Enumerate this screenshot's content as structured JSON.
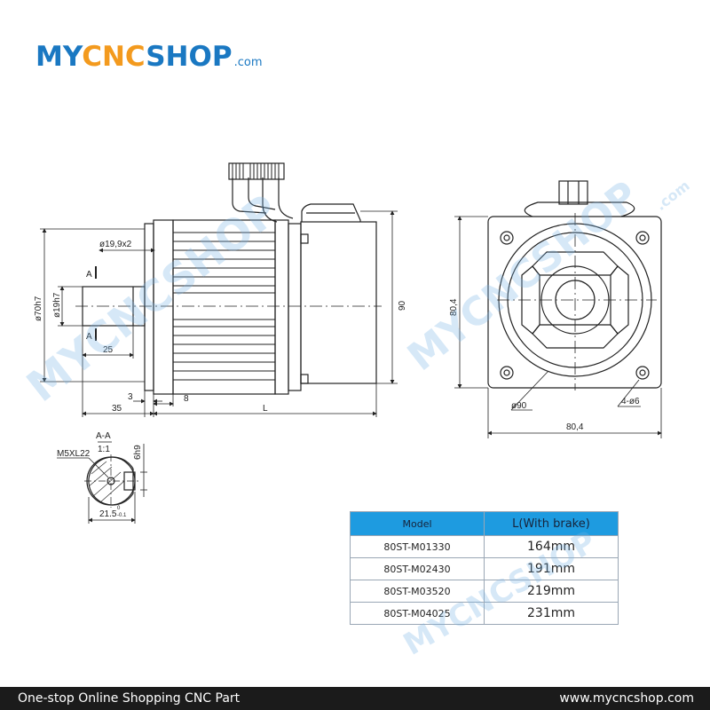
{
  "logo": {
    "my": "MY",
    "cnc": "CNC",
    "shop": "SHOP",
    "com": ".com"
  },
  "dims": {
    "d_19_9x2": "ø19,9x2",
    "section_a_top": "A",
    "section_a_bottom": "A",
    "d_70h7": "ø70h7",
    "d_19h7": "ø19h7",
    "len_25": "25",
    "len_3": "3",
    "len_35": "35",
    "len_8": "8",
    "len_L": "L",
    "h_90": "90",
    "h_80_4": "80,4",
    "w_80_4": "80,4",
    "d_90": "ø90",
    "holes": "4-ø6",
    "section_label": "A-A",
    "section_scale": "1:1",
    "thread": "M5XL22",
    "key_width": "6h9",
    "key_depth": "21.5",
    "key_tol_upper": "0",
    "key_tol_lower": "-0.1"
  },
  "table": {
    "headers": [
      "Model",
      "L(With brake)"
    ],
    "rows": [
      [
        "80ST-M01330",
        "164mm"
      ],
      [
        "80ST-M02430",
        "191mm"
      ],
      [
        "80ST-M03520",
        "219mm"
      ],
      [
        "80ST-M04025",
        "231mm"
      ]
    ]
  },
  "watermark": "MYCNCSHOP",
  "watermark_com": ".com",
  "footer": {
    "left": "One-stop Online Shopping CNC Part",
    "right": "www.mycncshop.com"
  },
  "colors": {
    "brand_blue": "#1a78c2",
    "brand_orange": "#f39a1e",
    "table_header": "#1e9be0",
    "footer_bg": "#1b1b1b"
  }
}
